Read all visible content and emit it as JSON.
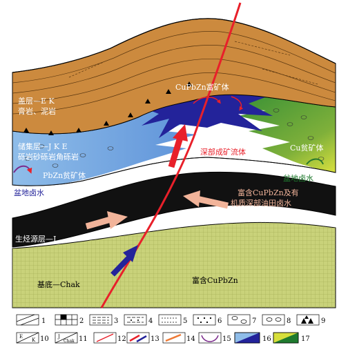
{
  "labels": {
    "cap_rock_1": "盖层—E K",
    "cap_rock_2": "膏岩、泥岩",
    "reservoir_1": "储集层—J K E",
    "reservoir_2": "砾岩砂砾岩角砾岩",
    "pbzn_lean": "PbZn贫矿体",
    "basin_brine_left": "盆地卤水",
    "cupbzn_rich": "CuPbZn富矿体",
    "deep_fluid": "深部成矿流体",
    "cu_lean": "Cu贫矿体",
    "basin_brine_right": "盆地卤水",
    "deep_brine_1": "富含CuPbZn及有",
    "deep_brine_2": "机质深部油田卤水",
    "source_rock": "生烃源层—J",
    "basement": "基底—Chak",
    "rich_cupbzn": "富含CuPbZn"
  },
  "legend": {
    "items": [
      {
        "n": "1",
        "icon": "ruled-layer-icon"
      },
      {
        "n": "2",
        "icon": "gypsum-block-icon"
      },
      {
        "n": "3",
        "icon": "mudstone-dash-icon"
      },
      {
        "n": "4",
        "icon": "silty-mudstone-icon"
      },
      {
        "n": "5",
        "icon": "siltstone-dots-icon"
      },
      {
        "n": "6",
        "icon": "sandstone-dots-icon"
      },
      {
        "n": "7",
        "icon": "conglomerate-icon"
      },
      {
        "n": "8",
        "icon": "pebbly-sandstone-icon"
      },
      {
        "n": "9",
        "icon": "breccia-icon"
      },
      {
        "n": "10",
        "icon": "stratum-ek-icon",
        "top": "E",
        "bottom": "K"
      },
      {
        "n": "11",
        "icon": "stratum-j-chak-icon",
        "top": "J",
        "bottom": "Chak"
      },
      {
        "n": "12",
        "icon": "fault-line-icon"
      },
      {
        "n": "13",
        "icon": "fluid-arrows-icon"
      },
      {
        "n": "14",
        "icon": "migration-arrow-icon"
      },
      {
        "n": "15",
        "icon": "circulation-icon"
      },
      {
        "n": "16",
        "icon": "blue-ore-fill-icon"
      },
      {
        "n": "17",
        "icon": "green-ore-fill-icon"
      }
    ]
  },
  "colors": {
    "cap_orange": "#cc8a3e",
    "reservoir_blue": "#6aa0de",
    "ore_navy": "#23239a",
    "ore_green": "#1f7a2e",
    "ore_lime": "#d7df3b",
    "source_black": "#111111",
    "basement_olive": "#c9d27a",
    "fault_red": "#e8202a"
  }
}
